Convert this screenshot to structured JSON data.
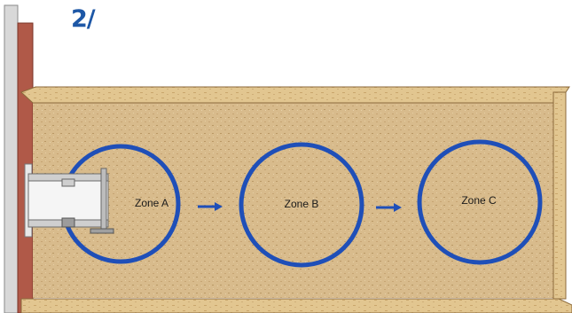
{
  "step": {
    "number": "2/"
  },
  "zones": [
    {
      "label": "Zone A"
    },
    {
      "label": "Zone B"
    },
    {
      "label": "Zone C"
    }
  ],
  "colors": {
    "ring": "#1f4fb8",
    "arrow": "#1f4fb8",
    "floor": "#d6b98a",
    "board_edge": "#e1c58f",
    "wall": "#b55a4a",
    "step_number": "#1d57a6"
  },
  "icons": {
    "flow_arrow": "arrow-right-icon",
    "conveyor": "conveyor-icon"
  }
}
